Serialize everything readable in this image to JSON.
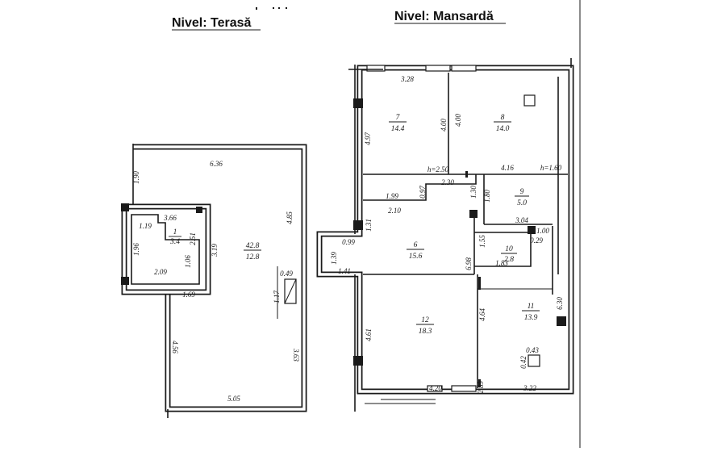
{
  "titles": {
    "terasa": "Nivel: Terasă",
    "mansarda": "Nivel: Mansardă"
  },
  "terasa": {
    "rooms": [
      {
        "number": "1",
        "area": "3.4"
      },
      {
        "number": "42.8",
        "area": "12.8"
      }
    ],
    "dimensions": [
      "6.36",
      "1.90",
      "3.66",
      "1.19",
      "2.51",
      "1.96",
      "1.06",
      "2.09",
      "3.19",
      "1.69",
      "4.85",
      "0.49",
      "1.17",
      "4.56",
      "3.63",
      "5.05"
    ]
  },
  "mansarda": {
    "rooms": [
      {
        "number": "7",
        "area": "14.4"
      },
      {
        "number": "8",
        "area": "14.0"
      },
      {
        "number": "9",
        "area": "5.0"
      },
      {
        "number": "6",
        "area": "15.6"
      },
      {
        "number": "10",
        "area": "2.8"
      },
      {
        "number": "11",
        "area": "13.9"
      },
      {
        "number": "12",
        "area": "18.3"
      }
    ],
    "dimensions": [
      "3.28",
      "4.97",
      "4.00",
      "4.00",
      "h=2.50",
      "2.30",
      "4.16",
      "h=1.60",
      "0.97",
      "1.99",
      "1.30",
      "1.80",
      "2.10",
      "3.04",
      "1.31",
      "1.00",
      "0.29",
      "0.99",
      "1.39",
      "1.55",
      "1.83",
      "1.41",
      "6.98",
      "6.30",
      "4.61",
      "4.64",
      "0.43",
      "0.42",
      "4.20",
      "2.89",
      "3.22"
    ]
  },
  "colors": {
    "ink": "#1a1a1a",
    "paper": "#ffffff"
  }
}
